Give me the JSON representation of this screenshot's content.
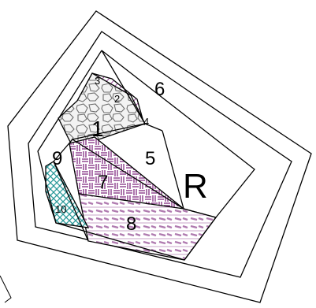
{
  "labels": {
    "one": "1",
    "two": "2",
    "three": "3",
    "four": "4",
    "five": "5",
    "six": "6",
    "seven": "7",
    "eight": "8",
    "nine": "9",
    "ten": "10",
    "r": "R"
  },
  "colors": {
    "outline": "#000000",
    "purple": "#9b4a9b",
    "lavender": "#c9a4c9",
    "teal": "#2a9a9a",
    "stone_fill": "#f3f3f3",
    "stone_stroke": "#6e6e6e"
  },
  "fills": {
    "piece_1": "stone-texture",
    "piece_2": "lavender-diagonal-hatch",
    "piece_7": "purple-basketweave",
    "piece_8": "lavender-dashed-lines",
    "piece_10": "teal-crosshatch"
  }
}
